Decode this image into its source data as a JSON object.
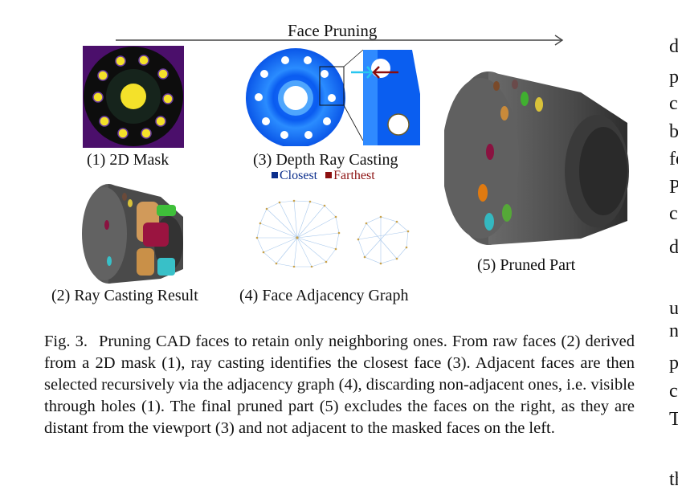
{
  "figure": {
    "title": "Face Pruning",
    "panels": {
      "mask_label": "(1) 2D Mask",
      "ray_result_label": "(2) Ray Casting Result",
      "depth_label": "(3) Depth Ray Casting",
      "graph_label": "(4) Face Adjacency Graph",
      "pruned_label": "(5) Pruned Part"
    },
    "legend": {
      "closest": "Closest",
      "farthest": "Farthest",
      "closest_color": "#0b2e8c",
      "farthest_color": "#8c1010"
    }
  },
  "caption": {
    "number": "Fig. 3.",
    "text": "Pruning CAD faces to retain only neighboring ones. From raw faces (2) derived from a 2D mask (1), ray casting identifies the closest face (3). Adjacent faces are then selected recursively via the adjacency graph (4), discarding non-adjacent ones, i.e. visible through holes (1). The final pruned part (5) excludes the faces on the right, as they are distant from the viewport (3) and not adjacent to the masked faces on the left."
  },
  "right_column_fragments": [
    "d",
    "p",
    "c",
    "b",
    "fe",
    "P",
    "c",
    "d",
    "u",
    "n",
    "p",
    "c",
    "T",
    "th"
  ]
}
